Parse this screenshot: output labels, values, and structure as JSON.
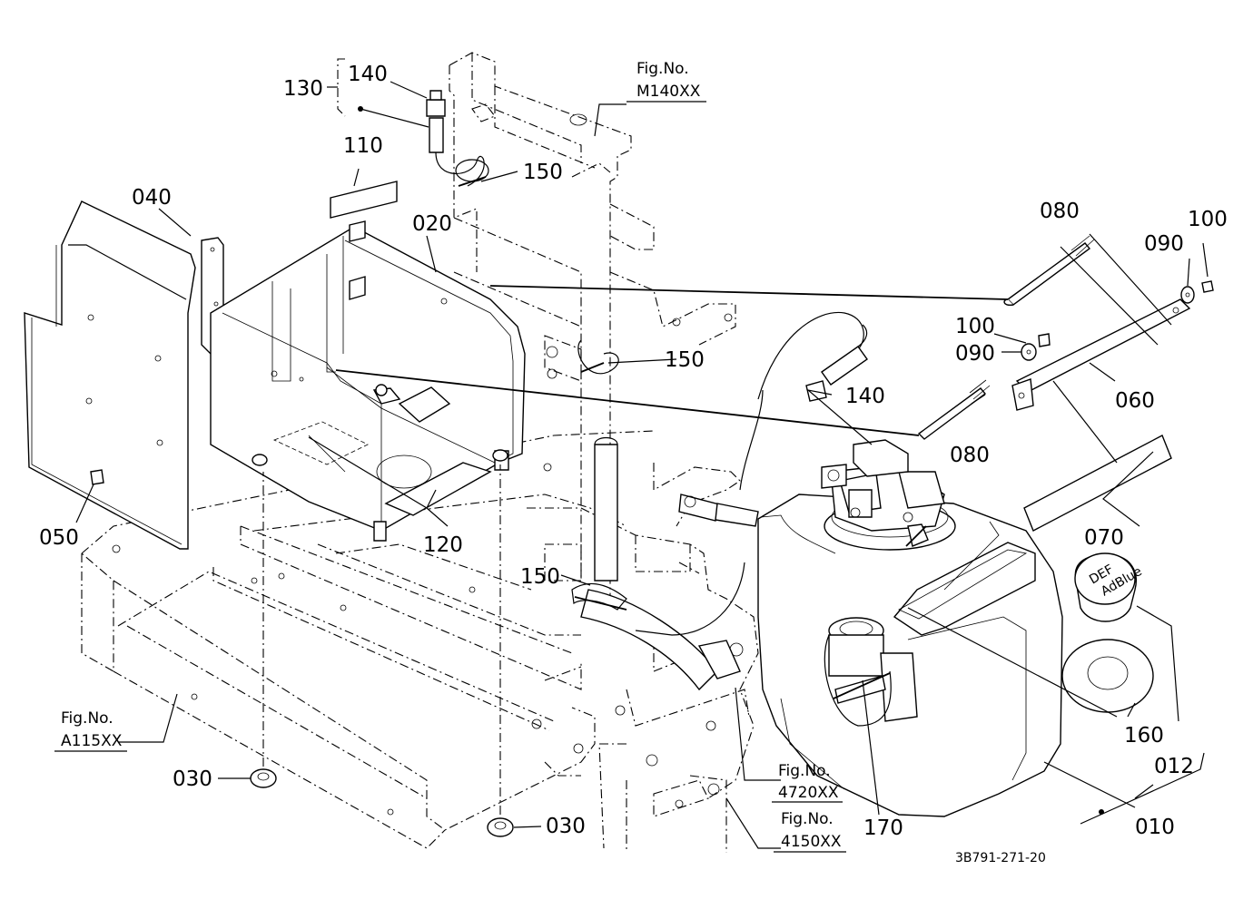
{
  "part_labels": {
    "p130": "130",
    "p140_top": "140",
    "p110": "110",
    "p040": "040",
    "p020": "020",
    "p150_a": "150",
    "p150_b": "150",
    "p150_c": "150",
    "p050": "050",
    "p120": "120",
    "p030_left": "030",
    "p030_bottom": "030",
    "p080_top": "080",
    "p100_top": "100",
    "p090_top": "090",
    "p100_mid": "100",
    "p090_mid": "090",
    "p060": "060",
    "p140_right": "140",
    "p080_mid": "080",
    "p070": "070",
    "p160": "160",
    "p012": "012",
    "p170": "170",
    "p010": "010"
  },
  "figure_refs": {
    "m140": {
      "line1": "Fig.No.",
      "line2": "M140XX"
    },
    "a115": {
      "line1": "Fig.No.",
      "line2": "A115XX"
    },
    "r4720": {
      "line1": "Fig.No.",
      "line2": "4720XX"
    },
    "r4150": {
      "line1": "Fig.No.",
      "line2": "4150XX"
    }
  },
  "cap_text": {
    "line1": "DEF",
    "line2": "AdBlue"
  },
  "drawing_code": "3B791-271-20"
}
